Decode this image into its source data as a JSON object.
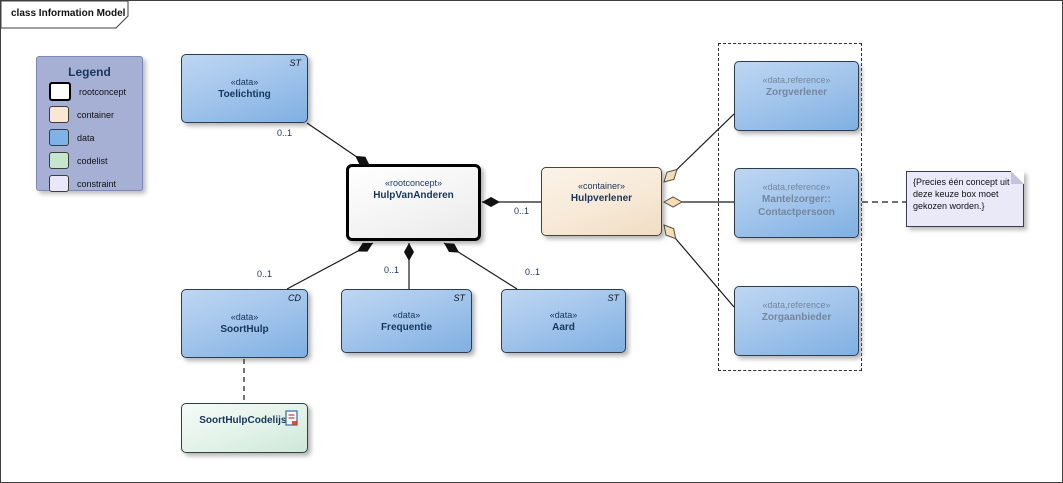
{
  "frame": {
    "title": "class Information Model"
  },
  "legend": {
    "title": "Legend",
    "items": [
      {
        "label": "rootconcept",
        "color": "#ffffff"
      },
      {
        "label": "container",
        "color": "#f9e7d4"
      },
      {
        "label": "data",
        "color": "#7eb3e8"
      },
      {
        "label": "codelist",
        "color": "#c5e5cd"
      },
      {
        "label": "constraint",
        "color": "#e8e8f8"
      }
    ]
  },
  "nodes": {
    "toelichting": {
      "stereotype": "«data»",
      "name": "Toelichting",
      "tag": "ST"
    },
    "hulpVanAnderen": {
      "stereotype": "«rootconcept»",
      "name": "HulpVanAnderen"
    },
    "hulpverlener": {
      "stereotype": "«container»",
      "name": "Hulpverlener"
    },
    "zorgverlener": {
      "stereotype": "«data,reference»",
      "name": "Zorgverlener"
    },
    "mantelzorger": {
      "stereotype": "«data,reference»",
      "name": "Mantelzorger::",
      "name_line2": "Contactpersoon"
    },
    "zorgaanbieder": {
      "stereotype": "«data,reference»",
      "name": "Zorgaanbieder"
    },
    "soortHulp": {
      "stereotype": "«data»",
      "name": "SoortHulp",
      "tag": "CD"
    },
    "frequentie": {
      "stereotype": "«data»",
      "name": "Frequentie",
      "tag": "ST"
    },
    "aard": {
      "stereotype": "«data»",
      "name": "Aard",
      "tag": "ST"
    },
    "soortHulpCodelijst": {
      "name": "SoortHulpCodelijst"
    }
  },
  "note": {
    "text": "{Precies één concept uit deze keuze box moet gekozen worden.}"
  },
  "multiplicities": {
    "toelichting": "0..1",
    "hulpverlener": "0..1",
    "soortHulp": "0..1",
    "frequentie": "0..1",
    "aard": "0..1"
  },
  "colors": {
    "data_fill": "#8ab9e8",
    "container_fill": "#f7e9d6",
    "codelist_fill": "#d9efe2",
    "constraint_fill": "#e9e9f8",
    "rootconcept_fill": "#ffffff",
    "legend_bg": "#a6b0d4",
    "aggregation_diamond": "#f6ddb9",
    "composition_diamond": "#111111",
    "line": "#1a1a1a"
  }
}
